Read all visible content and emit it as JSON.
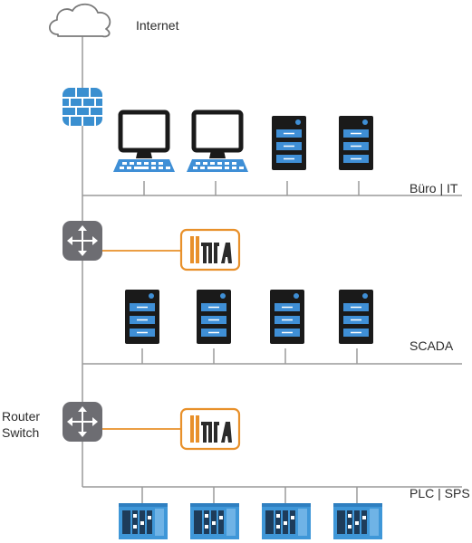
{
  "labels": {
    "internet": "Internet",
    "office_it": "Büro | IT",
    "scada": "SCADA",
    "router": "Router",
    "switch": "Switch",
    "plc": "PLC | SPS"
  },
  "colors": {
    "line": "#9a9a9a",
    "monitor": "#1a1a1a",
    "keyboard": "#3f8fd6",
    "server_body": "#1a1a1a",
    "server_drive": "#3f8fd6",
    "firewall": "#3a8fd0",
    "router": "#6d6d72",
    "ima_orange": "#e8902a",
    "plc_blue": "#3f97d8",
    "cloud_stroke": "#7a7a7a"
  },
  "icons": {
    "cloud": "cloud-icon",
    "firewall": "firewall-icon",
    "router": "router-switch-icon",
    "workstation": "workstation-icon",
    "server": "server-icon",
    "ima": "ima-device-icon",
    "plc": "plc-icon"
  }
}
